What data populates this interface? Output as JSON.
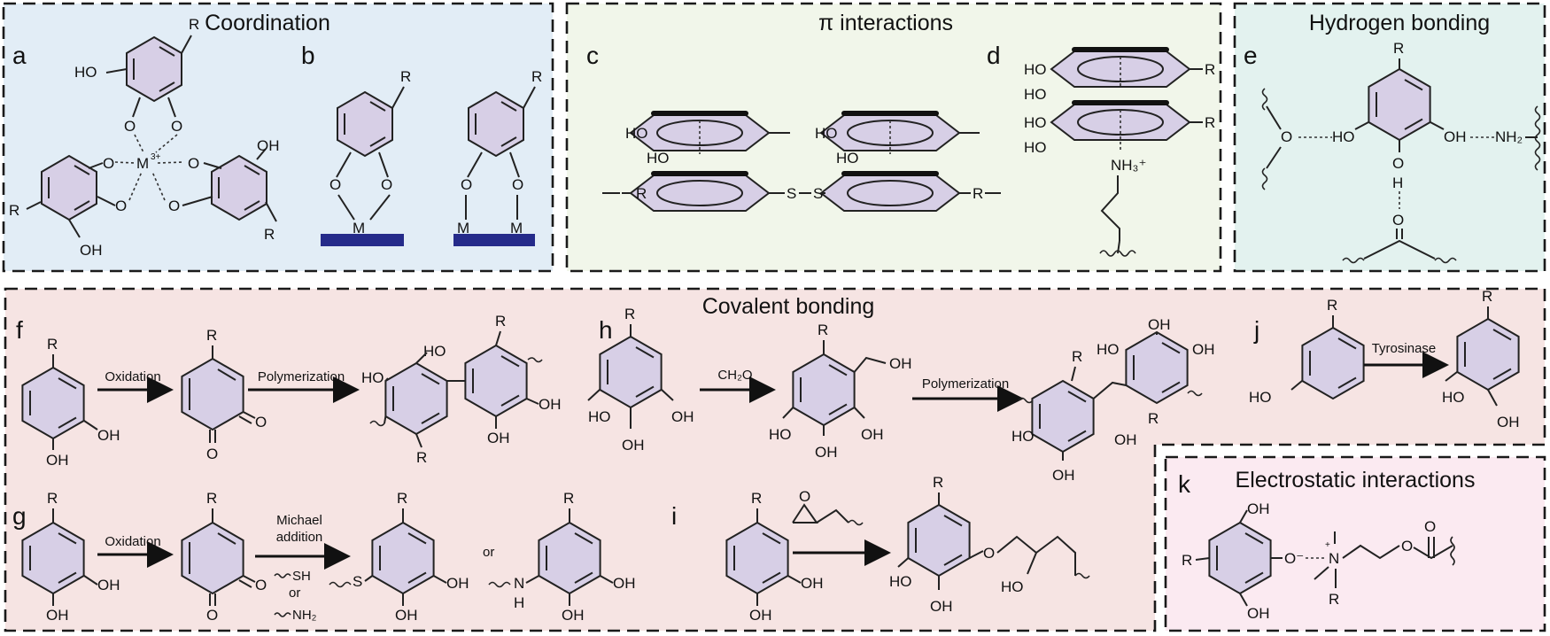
{
  "panels": {
    "coordination": {
      "title": "Coordination"
    },
    "pi": {
      "title": "π interactions"
    },
    "hbond": {
      "title": "Hydrogen bonding"
    },
    "covalent": {
      "title": "Covalent bonding"
    },
    "electrostatic": {
      "title": "Electrostatic interactions"
    }
  },
  "letters": {
    "a": "a",
    "b": "b",
    "c": "c",
    "d": "d",
    "e": "e",
    "f": "f",
    "g": "g",
    "h": "h",
    "i": "i",
    "j": "j",
    "k": "k"
  },
  "labels": {
    "R": "R",
    "OH": "OH",
    "HO": "HO",
    "O": "O",
    "M": "M",
    "M3": "M",
    "charge3": "3+",
    "S": "S",
    "NH3": "NH₃⁺",
    "NH2": "NH₂",
    "H": "H",
    "N": "N",
    "SH": "SH",
    "or": "or",
    "oxidation": "Oxidation",
    "polymerization": "Polymerization",
    "ch2o": "CH₂O",
    "tyrosinase": "Tyrosinase",
    "michael1": "Michael",
    "michael2": "addition",
    "ominus": "O⁻",
    "nplus": "N",
    "plus": "+"
  },
  "colors": {
    "coordination_bg": "#e2edf6",
    "pi_bg": "#f1f6ea",
    "hbond_bg": "#e3f2ef",
    "covalent_bg": "#f6e4e3",
    "electrostatic_bg": "#fbeaf1",
    "ring_fill": "#d7cfe6",
    "surface": "#252b8a"
  }
}
